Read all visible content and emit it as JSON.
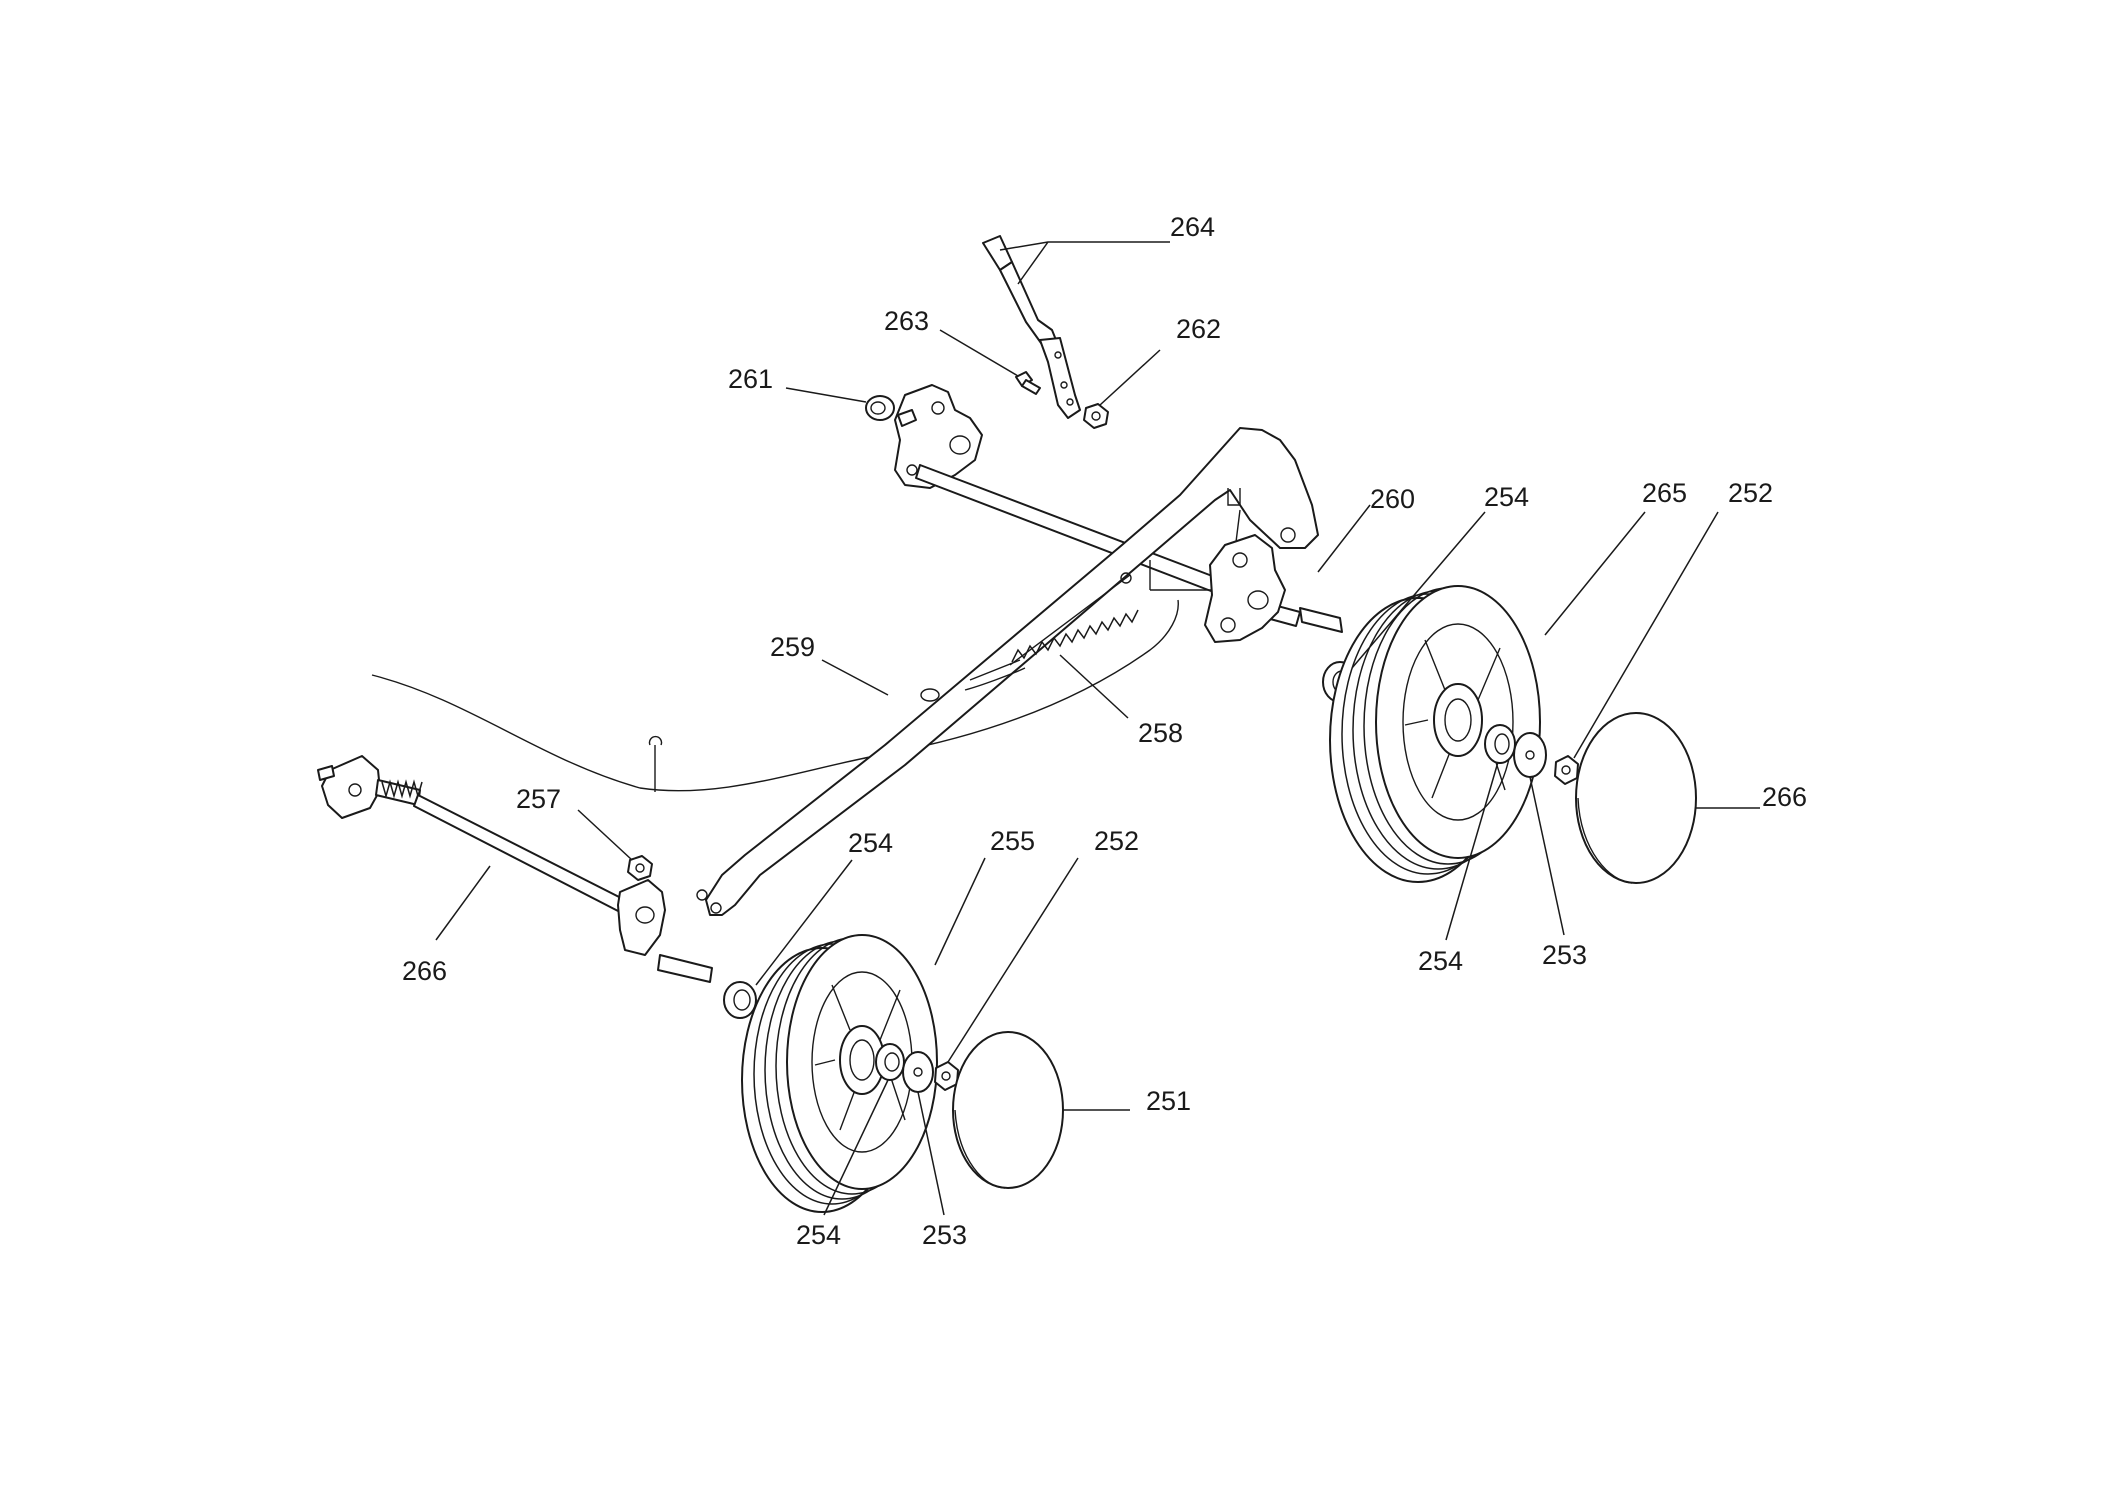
{
  "labels": {
    "l264": "264",
    "l263": "263",
    "l262": "262",
    "l261": "261",
    "l260": "260",
    "l254_top": "254",
    "l265": "265",
    "l252_right": "252",
    "l259": "259",
    "l258": "258",
    "l257": "257",
    "l254_left_upper": "254",
    "l255": "255",
    "l252_left": "252",
    "l266_right": "266",
    "l266_left": "266",
    "l254_right_lower": "254",
    "l253_right": "253",
    "l251": "251",
    "l254_left_lower": "254",
    "l253_left": "253"
  }
}
